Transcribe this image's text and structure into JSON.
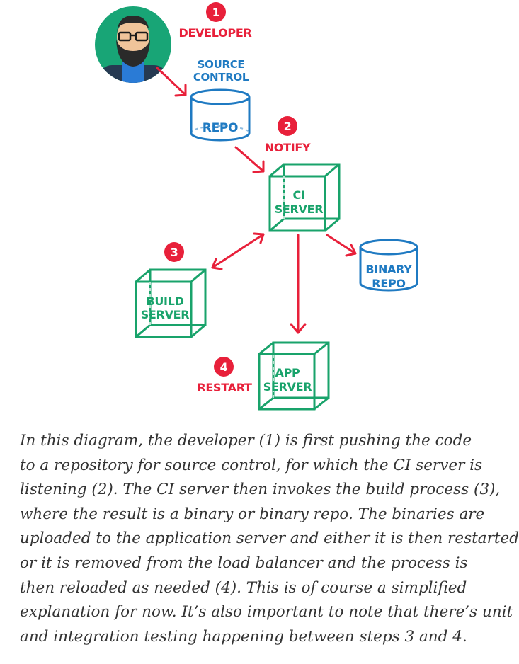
{
  "colors": {
    "red": "#e8203a",
    "blue": "#1f7ac2",
    "green": "#19a36b",
    "green_light": "#bde5d4",
    "avatar_bg": "#18a576"
  },
  "icons": {
    "developer": "developer-avatar-icon"
  },
  "steps": {
    "developer": {
      "number": "1",
      "label": "DEVELOPER"
    },
    "notify": {
      "number": "2",
      "label": "NOTIFY"
    },
    "build": {
      "number": "3"
    },
    "restart": {
      "number": "4",
      "label": "RESTART"
    }
  },
  "nodes": {
    "source_control": {
      "caption_line1": "SOURCE",
      "caption_line2": "CONTROL",
      "label": "REPO"
    },
    "ci_server": {
      "line1": "CI",
      "line2": "SERVER"
    },
    "binary_repo": {
      "line1": "BINARY",
      "line2": "REPO"
    },
    "build_server": {
      "line1": "BUILD",
      "line2": "SERVER"
    },
    "app_server": {
      "line1": "APP",
      "line2": "SERVER"
    }
  },
  "caption": {
    "lines": [
      "In this diagram, the developer (1) is first pushing the code",
      "to a repository for source control, for which the CI server is",
      "listening (2). The CI server then invokes the build process (3),",
      "where the result is a binary or binary repo. The binaries are",
      "uploaded to the application server and either it is then restarted,",
      "or it is removed from the load balancer and the process is",
      "then reloaded as needed (4). This is of course a simplified",
      "explanation for now. It’s also important to note that there’s unit",
      "and integration testing happening between steps 3 and 4."
    ]
  }
}
